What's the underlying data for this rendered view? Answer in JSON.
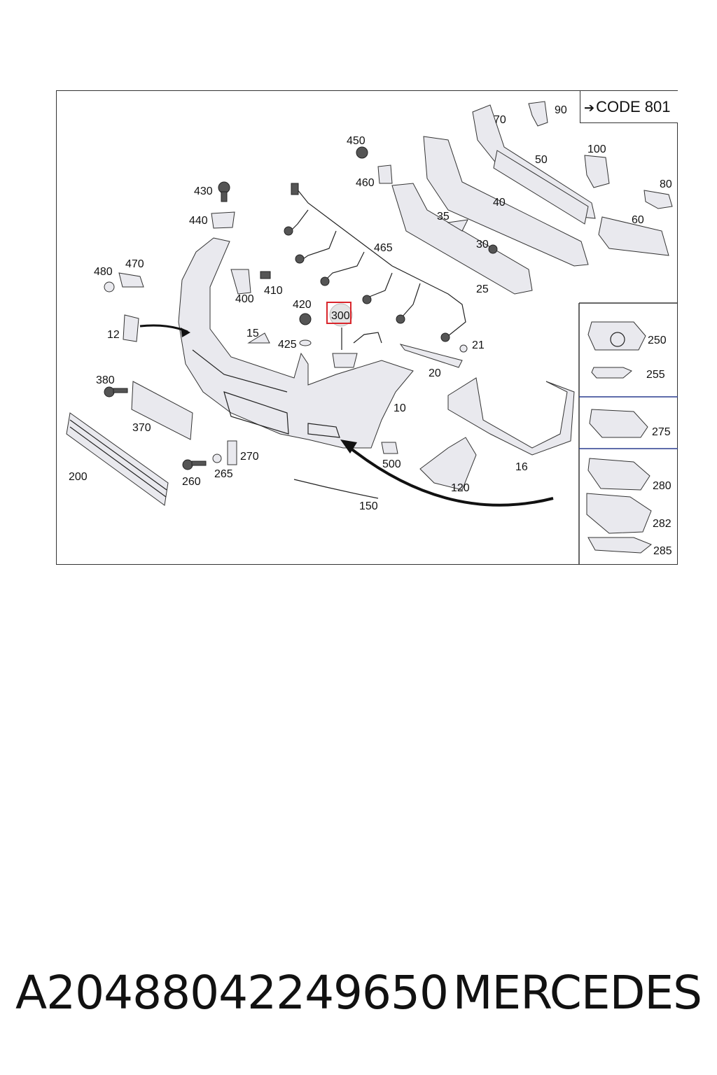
{
  "code_label": "CODE 801",
  "footer": {
    "part_number": "A20488042249650",
    "brand": "MERCEDES"
  },
  "highlight": {
    "callout": "300",
    "color": "#d9262c"
  },
  "callouts": [
    "90",
    "70",
    "50",
    "100",
    "80",
    "60",
    "40",
    "450",
    "460",
    "430",
    "440",
    "35",
    "30",
    "465",
    "25",
    "480",
    "470",
    "400",
    "410",
    "420",
    "12",
    "15",
    "425",
    "21",
    "20",
    "380",
    "10",
    "370",
    "270",
    "500",
    "16",
    "200",
    "260",
    "265",
    "120",
    "150",
    "250",
    "255",
    "275",
    "280",
    "282",
    "285"
  ]
}
